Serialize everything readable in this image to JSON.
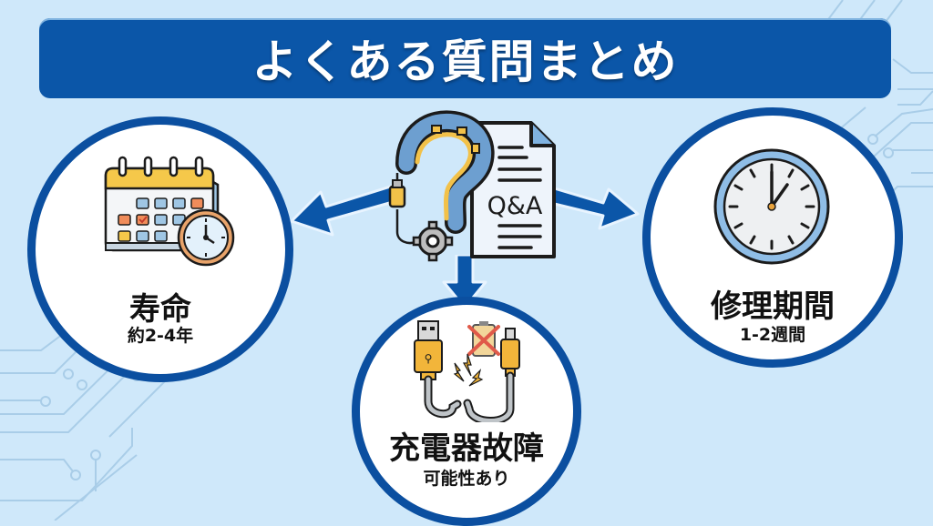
{
  "header": {
    "title": "よくある質問まとめ"
  },
  "center": {
    "icon": "question-gear-qa-document-icon",
    "qa_label": "Q&A"
  },
  "items": [
    {
      "position": "left",
      "icon": "calendar-clock-icon",
      "title": "寿命",
      "subtitle": "約2-4年"
    },
    {
      "position": "right",
      "icon": "clock-icon",
      "title": "修理期間",
      "subtitle": "1-2週間"
    },
    {
      "position": "bottom",
      "icon": "broken-usb-cable-icon",
      "title": "充電器故障",
      "subtitle": "可能性あり"
    }
  ],
  "colors": {
    "background": "#cfe8fa",
    "title_bar": "#0b56a8",
    "circle_border": "#0b4fa0",
    "arrow": "#0b56a8",
    "accent_yellow": "#f5c84a",
    "accent_orange": "#f08c5a",
    "light_blue": "#9fc6e4"
  }
}
